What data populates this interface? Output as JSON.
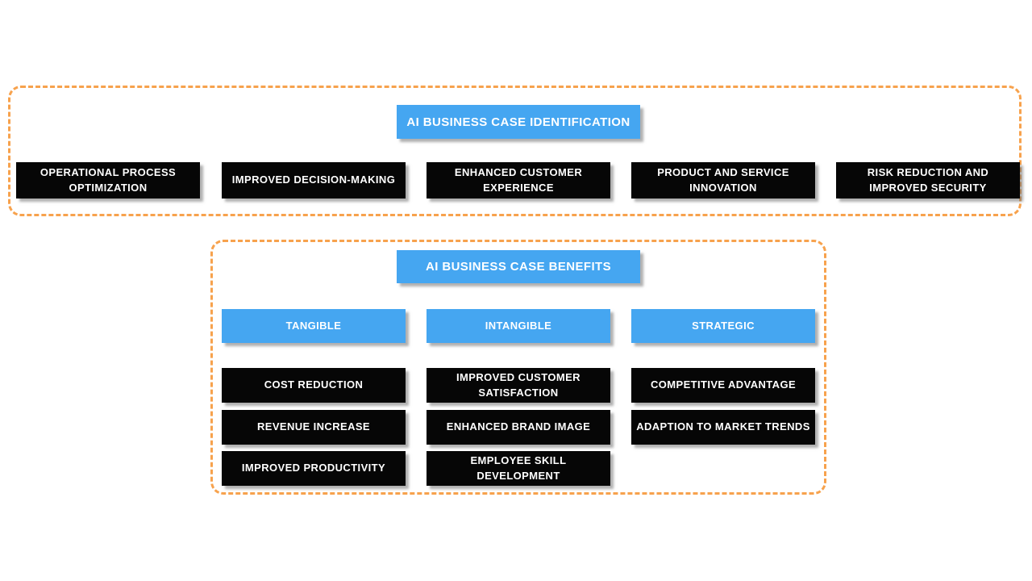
{
  "identification": {
    "title": "AI BUSINESS CASE IDENTIFICATION",
    "items": [
      {
        "label": "OPERATIONAL PROCESS\nOPTIMIZATION"
      },
      {
        "label": "IMPROVED DECISION-MAKING"
      },
      {
        "label": "ENHANCED CUSTOMER\nEXPERIENCE"
      },
      {
        "label": "PRODUCT AND SERVICE\nINNOVATION"
      },
      {
        "label": "RISK REDUCTION AND\nIMPROVED SECURITY"
      }
    ]
  },
  "benefits": {
    "title": "AI BUSINESS CASE BENEFITS",
    "categories": [
      {
        "label": "TANGIBLE",
        "items": [
          "COST REDUCTION",
          "REVENUE INCREASE",
          "IMPROVED PRODUCTIVITY"
        ]
      },
      {
        "label": "INTANGIBLE",
        "items": [
          "IMPROVED CUSTOMER\nSATISFACTION",
          "ENHANCED BRAND IMAGE",
          "EMPLOYEE SKILL\nDEVELOPMENT"
        ]
      },
      {
        "label": "STRATEGIC",
        "items": [
          "COMPETITIVE ADVANTAGE",
          "ADAPTION TO MARKET TRENDS"
        ]
      }
    ]
  },
  "colors": {
    "accent_blue": "#45A6F1",
    "accent_orange": "#F7A24D",
    "box_black": "#060606",
    "text_white": "#FFFFFF"
  }
}
